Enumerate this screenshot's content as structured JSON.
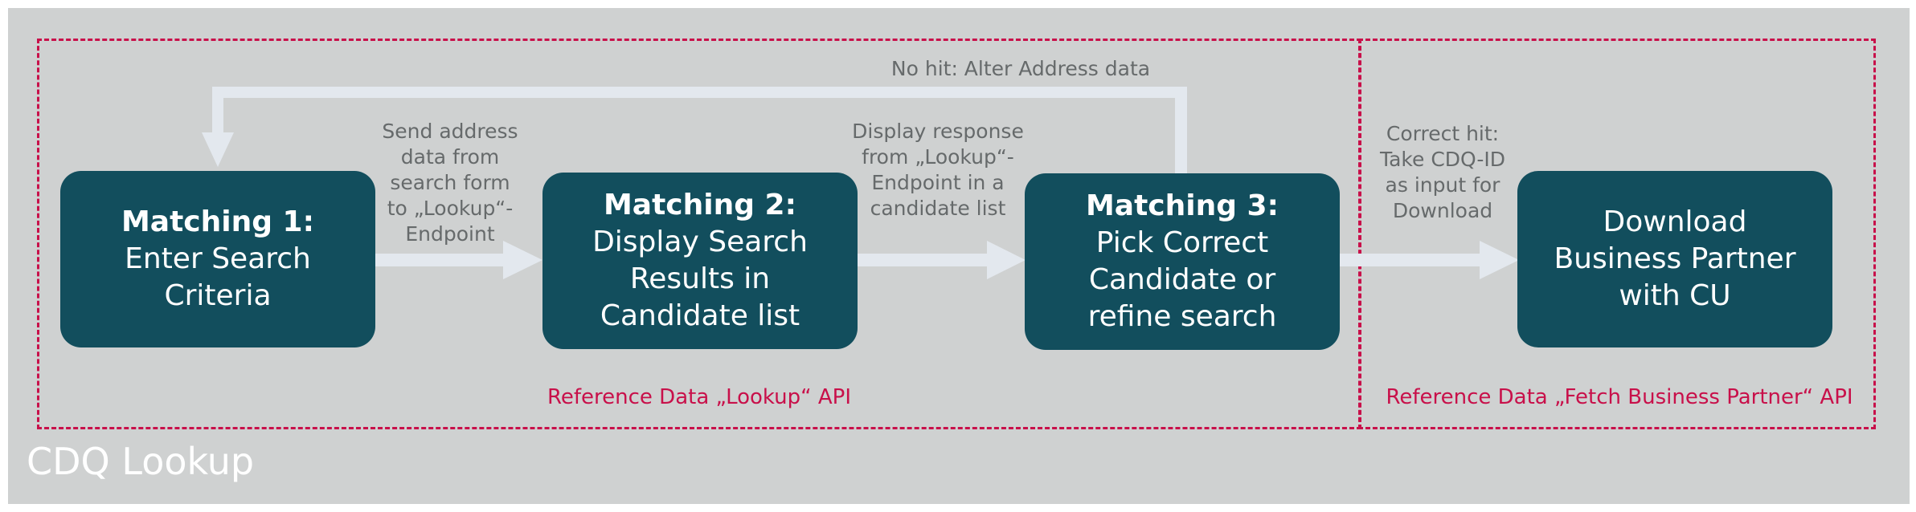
{
  "frame": {
    "title": "CDQ Lookup"
  },
  "zones": {
    "lookup": {
      "label": "Reference Data „Lookup“ API"
    },
    "fetch": {
      "label": "Reference Data „Fetch Business Partner“ API"
    }
  },
  "steps": [
    {
      "title": "Matching 1:",
      "lines": [
        "Enter Search",
        "Criteria"
      ]
    },
    {
      "title": "Matching 2:",
      "lines": [
        "Display Search",
        "Results in",
        "Candidate list"
      ]
    },
    {
      "title": "Matching 3:",
      "lines": [
        "Pick Correct",
        "Candidate or",
        "refine search"
      ]
    },
    {
      "title": "",
      "lines": [
        "Download",
        "Business Partner",
        "with CU"
      ]
    }
  ],
  "edge_labels": {
    "send": [
      "Send address",
      "data from",
      "search form",
      "to „Lookup“-",
      "Endpoint"
    ],
    "display": [
      "Display response",
      "from „Lookup“-",
      "Endpoint in a",
      "candidate list"
    ],
    "correct": [
      "Correct hit:",
      "Take CDQ-ID",
      "as input for",
      "Download"
    ],
    "nohit": [
      "No hit: Alter Address data"
    ]
  },
  "colors": {
    "box": "#124e5d",
    "arrow": "#e3e8ee",
    "zone_border": "#c8104a",
    "background": "#cfd1d1"
  }
}
